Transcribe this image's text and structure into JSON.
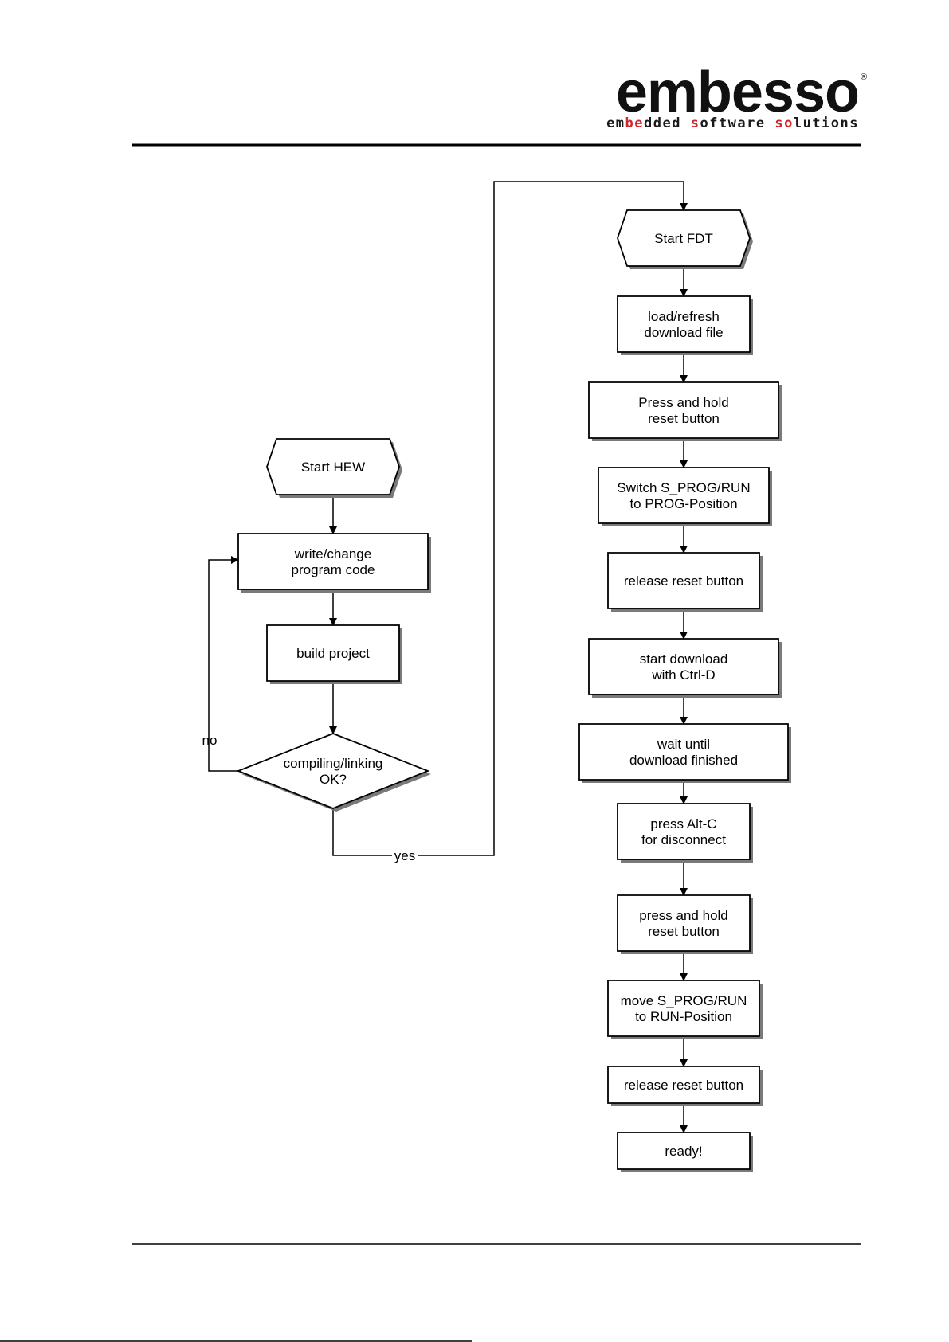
{
  "logo": {
    "name": "embesso",
    "registered_mark": "®",
    "tagline_segments": [
      {
        "text": "em",
        "accent": false
      },
      {
        "text": "be",
        "accent": true
      },
      {
        "text": "dded ",
        "accent": false
      },
      {
        "text": "s",
        "accent": true
      },
      {
        "text": "oftware ",
        "accent": false
      },
      {
        "text": "so",
        "accent": true
      },
      {
        "text": "lutions",
        "accent": false
      }
    ],
    "accent_color": "#d0252a",
    "text_color": "#1a1a1a"
  },
  "flowchart": {
    "nodes": [
      {
        "id": "start_hew",
        "shape": "hexagon",
        "lines": [
          "Start HEW"
        ]
      },
      {
        "id": "write_code",
        "shape": "rect",
        "lines": [
          "write/change",
          "program code"
        ]
      },
      {
        "id": "build",
        "shape": "rect",
        "lines": [
          "build project"
        ]
      },
      {
        "id": "compile_ok",
        "shape": "diamond",
        "lines": [
          "compiling/linking",
          "OK?"
        ]
      },
      {
        "id": "start_fdt",
        "shape": "hexagon",
        "lines": [
          "Start FDT"
        ]
      },
      {
        "id": "load_file",
        "shape": "rect",
        "lines": [
          "load/refresh",
          "download file"
        ]
      },
      {
        "id": "press_hold_1",
        "shape": "rect",
        "lines": [
          "Press and hold",
          "reset button"
        ]
      },
      {
        "id": "switch_prog",
        "shape": "rect",
        "lines": [
          "Switch S_PROG/RUN",
          "to PROG-Position"
        ]
      },
      {
        "id": "release_1",
        "shape": "rect",
        "lines": [
          "release reset button"
        ]
      },
      {
        "id": "start_download",
        "shape": "rect",
        "lines": [
          "start download",
          "with Ctrl-D"
        ]
      },
      {
        "id": "wait_download",
        "shape": "rect",
        "lines": [
          "wait until",
          "download finished"
        ]
      },
      {
        "id": "press_altc",
        "shape": "rect",
        "lines": [
          "press Alt-C",
          "for disconnect"
        ]
      },
      {
        "id": "press_hold_2",
        "shape": "rect",
        "lines": [
          "press and hold",
          "reset button"
        ]
      },
      {
        "id": "move_run",
        "shape": "rect",
        "lines": [
          "move S_PROG/RUN",
          "to RUN-Position"
        ]
      },
      {
        "id": "release_2",
        "shape": "rect",
        "lines": [
          "release reset button"
        ]
      },
      {
        "id": "ready",
        "shape": "rect",
        "lines": [
          "ready!"
        ]
      }
    ],
    "edges": [
      {
        "from": "start_hew",
        "to": "write_code",
        "label": ""
      },
      {
        "from": "write_code",
        "to": "build",
        "label": ""
      },
      {
        "from": "build",
        "to": "compile_ok",
        "label": ""
      },
      {
        "from": "compile_ok",
        "to": "write_code",
        "label": "no"
      },
      {
        "from": "compile_ok",
        "to": "start_fdt",
        "label": "yes"
      },
      {
        "from": "start_fdt",
        "to": "load_file",
        "label": ""
      },
      {
        "from": "load_file",
        "to": "press_hold_1",
        "label": ""
      },
      {
        "from": "press_hold_1",
        "to": "switch_prog",
        "label": ""
      },
      {
        "from": "switch_prog",
        "to": "release_1",
        "label": ""
      },
      {
        "from": "release_1",
        "to": "start_download",
        "label": ""
      },
      {
        "from": "start_download",
        "to": "wait_download",
        "label": ""
      },
      {
        "from": "wait_download",
        "to": "press_altc",
        "label": ""
      },
      {
        "from": "press_altc",
        "to": "press_hold_2",
        "label": ""
      },
      {
        "from": "press_hold_2",
        "to": "move_run",
        "label": ""
      },
      {
        "from": "move_run",
        "to": "release_2",
        "label": ""
      },
      {
        "from": "release_2",
        "to": "ready",
        "label": ""
      }
    ]
  }
}
